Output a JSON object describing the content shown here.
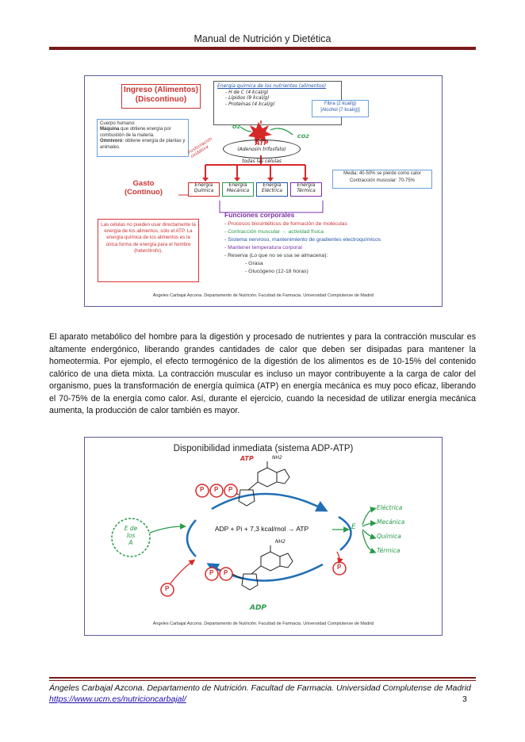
{
  "header": {
    "title": "Manual de Nutrición y Dietética"
  },
  "figure1": {
    "ingreso_title": "Ingreso (Alimentos)",
    "ingreso_sub": "(Discontinuo)",
    "energia_title": "Energía química de los nutrientes (alimentos)",
    "nutrients": [
      "- H de C (4 kcal/g)",
      "- Lípidos (9 kcal/g)",
      "- Proteínas (4 kcal/g)"
    ],
    "fibre_line1": "Fibra (2 kcal/g)",
    "fibre_line2": "[Alcohol (7 kcal/g)]",
    "cuerpo_title": "Cuerpo humano:",
    "maquina_label": "Máquina",
    "maquina_text": "que obtiene energía por combustión de la materia.",
    "omnivoro_label": "Omnívoro",
    "omnivoro_text": ": obtiene energía de plantas y animales.",
    "fosforilacion": "Fosforilación oxidativa",
    "o2": "O2",
    "co2": "CO2",
    "atp_label": "ATP",
    "atp_desc1": "(Adenosín trifosfato)",
    "atp_desc2": "todas las células",
    "gasto_title": "Gasto",
    "gasto_sub": "(Continuo)",
    "energy_boxes": [
      {
        "l1": "Energía",
        "l2": "Química"
      },
      {
        "l1": "Energía",
        "l2": "Mecánica"
      },
      {
        "l1": "Energía",
        "l2": "Eléctrica"
      },
      {
        "l1": "Energía",
        "l2": "Térmica"
      }
    ],
    "media_line1": "Media: 40-50% se pierde como calor",
    "media_line2": "Contracción muscular: 70-75%",
    "red_box_text": "Las células no pueden usar directamente la energía de los alimentos, sólo el ATP. La energía química de los alimentos es la única forma de energía para el hombre (heterótrofo).",
    "funciones_title": "Funciones corporales",
    "funciones": [
      "- Procesos biosintéticos de formación de moléculas",
      "- Contracción muscular → actividad física",
      "- Sistema nervioso, mantenimiento de gradientes electroquímicos",
      "- Mantener temperatura corporal",
      "- Reserva (Lo que no se usa se almacena):"
    ],
    "reserva_items": [
      "-  Grasa",
      "-  Glucógeno (12-18 horas)"
    ],
    "caption": "Ángeles Carbajal Azcona. Departamento de Nutrición. Facultad de Farmacia. Universidad Complutense de Madrid"
  },
  "paragraph": "El aparato metabólico del hombre para la digestión y procesado de nutrientes y para la contracción muscular es altamente endergónico, liberando grandes cantidades de calor que deben ser disipadas para mantener la homeotermia. Por ejemplo, el efecto termogénico de la digestión de los alimentos es de 10-15% del contenido calórico de una dieta mixta. La contracción muscular es incluso un mayor contribuyente a la carga de calor del organismo, pues la transformación de energía química (ATP) en energía mecánica es muy poco eficaz, liberando el 70-75% de la energía como calor. Así, durante el ejercicio, cuando la necesidad de utilizar energía mecánica aumenta, la producción de calor también es mayor.",
  "figure2": {
    "title": "Disponibilidad inmediata (sistema ADP-ATP)",
    "atp_label": "ATP",
    "adp_label": "ADP",
    "nh2_top": "NH2",
    "nh2_bottom": "NH2",
    "equation": "ADP + Pi + 7,3 kcal/mol → ATP",
    "e_food_l1": "E de",
    "e_food_l2": "los",
    "e_food_l3": "A",
    "e_label": "E",
    "p_label": "P",
    "energies": [
      "Eléctrica",
      "Mecánica",
      "Química",
      "Térmica"
    ],
    "caption": "Ángeles Carbajal Azcona. Departamento de Nutrición. Facultad de Farmacia. Universidad Complutense de Madrid"
  },
  "footer": {
    "text": "Ángeles Carbajal Azcona. Departamento de Nutrición. Facultad de Farmacia. Universidad Complutense de Madrid",
    "url": "https://www.ucm.es/nutricioncarbajal/",
    "page": "3"
  },
  "colors": {
    "accent": "#7a1a1a",
    "red": "#cc3333",
    "green": "#2a9a4a",
    "blue": "#2255aa",
    "purple": "#7a2fa8"
  }
}
